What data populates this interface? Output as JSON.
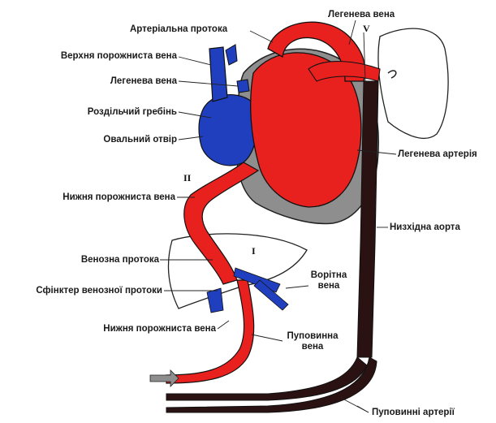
{
  "labels": {
    "pulmonary_vein_top": "Легенева вена",
    "ductus_arteriosus": "Артеріальна протока",
    "superior_vena_cava": "Верхня порожниста вена",
    "pulmonary_vein_left": "Легенева вена",
    "crista_dividens": "Роздільчий гребінь",
    "foramen_ovale": "Овальний отвір",
    "inferior_vena_cava_upper": "Нижня порожниста вена",
    "ductus_venosus": "Венозна протока",
    "ductus_venosus_sphincter": "Сфінктер венозної протоки",
    "inferior_vena_cava_lower": "Нижня порожниста вена",
    "pulmonary_artery": "Легенева артерія",
    "descending_aorta": "Низхідна аорта",
    "portal_vein_line1": "Ворітна",
    "portal_vein_line2": "вена",
    "umbilical_vein_line1": "Пуповинна",
    "umbilical_vein_line2": "вена",
    "umbilical_arteries": "Пуповинні артерії"
  },
  "markers": {
    "I": "I",
    "II": "II",
    "V": "V"
  },
  "colors": {
    "oxygenated": "#e8201e",
    "deoxygenated": "#1f3fbf",
    "mixed_dark": "#2a1212",
    "shading": "#8e8e8e"
  }
}
